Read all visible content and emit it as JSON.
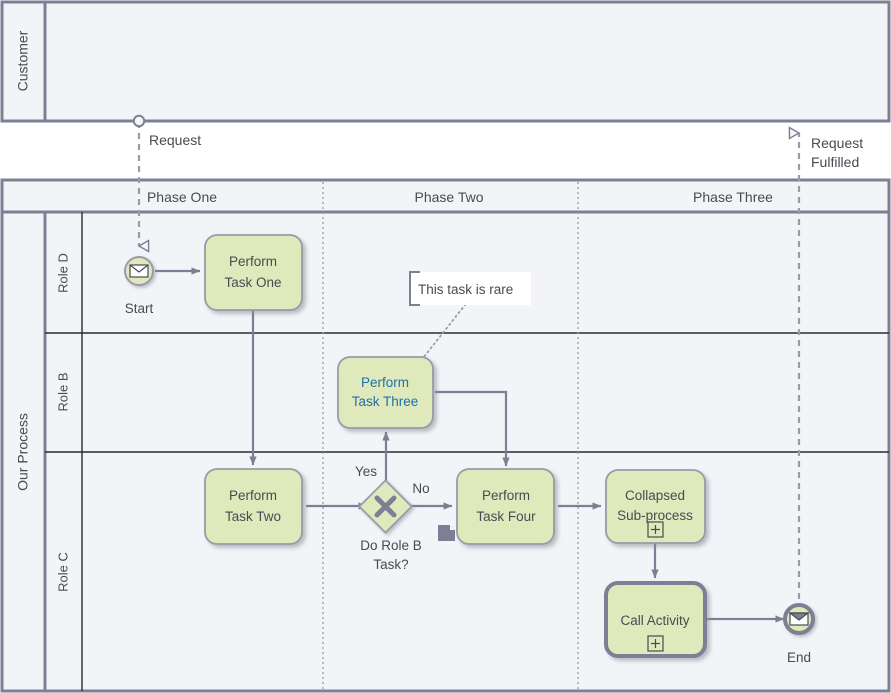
{
  "diagram": {
    "type": "bpmn-process-diagram",
    "colors": {
      "pool_fill": "#f2f4f8",
      "pool_border": "#7d7f95",
      "lane_border": "#2b2b2b",
      "task_fill": "#dfe9bb",
      "task_border": "#9a9aa8",
      "task_text": "#3c3c44",
      "task_link_text": "#1f6fa8",
      "connector": "#7d7f95",
      "annotation_fill": "#ffffff",
      "background": "#ffffff"
    }
  },
  "pools": [
    {
      "id": "customer",
      "label": "Customer",
      "lanes": []
    },
    {
      "id": "our-process",
      "label": "Our Process",
      "lanes": [
        {
          "id": "role-d",
          "label": "Role D"
        },
        {
          "id": "role-b",
          "label": "Role B"
        },
        {
          "id": "role-c",
          "label": "Role C"
        }
      ]
    }
  ],
  "phases": [
    {
      "id": "phase-one",
      "label": "Phase One"
    },
    {
      "id": "phase-two",
      "label": "Phase Two"
    },
    {
      "id": "phase-three",
      "label": "Phase Three"
    }
  ],
  "events": [
    {
      "id": "start",
      "label": "Start",
      "kind": "message-start-event"
    },
    {
      "id": "end",
      "label": "End",
      "kind": "message-end-event"
    }
  ],
  "tasks": [
    {
      "id": "task-one",
      "line1": "Perform",
      "line2": "Task One",
      "marker": "",
      "style": "normal"
    },
    {
      "id": "task-two",
      "line1": "Perform",
      "line2": "Task Two",
      "marker": "",
      "style": "normal"
    },
    {
      "id": "task-three",
      "line1": "Perform",
      "line2": "Task Three",
      "marker": "",
      "style": "link"
    },
    {
      "id": "task-four",
      "line1": "Perform",
      "line2": "Task Four",
      "marker": "",
      "style": "normal"
    },
    {
      "id": "sub-process",
      "line1": "Collapsed",
      "line2": "Sub-process",
      "marker": "+",
      "style": "normal"
    },
    {
      "id": "call-activity",
      "line1": "Call Activity",
      "line2": "",
      "marker": "+",
      "style": "thick"
    }
  ],
  "gateways": [
    {
      "id": "gateway-role-b",
      "kind": "exclusive-gateway",
      "label_line1": "Do Role B",
      "label_line2": "Task?"
    }
  ],
  "annotations": [
    {
      "id": "annotation-rare",
      "text": "This task is rare"
    }
  ],
  "flow_labels": {
    "yes": "Yes",
    "no": "No"
  },
  "message_flows": [
    {
      "id": "request",
      "label": "Request",
      "direction": "down"
    },
    {
      "id": "request-fulfilled",
      "label_line1": "Request",
      "label_line2": "Fulfilled",
      "direction": "up"
    }
  ],
  "data_objects": [
    {
      "id": "data-object-gateway",
      "kind": "data-object-icon"
    }
  ]
}
